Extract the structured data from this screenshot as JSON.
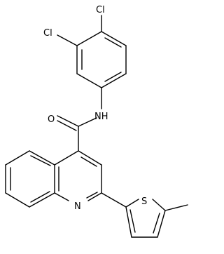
{
  "diagram": {
    "type": "chemical-structure",
    "atom_labels": {
      "cl_top": "Cl",
      "cl_left": "Cl",
      "nh": "NH",
      "o": "O",
      "n_ring": "N",
      "s": "S"
    }
  }
}
